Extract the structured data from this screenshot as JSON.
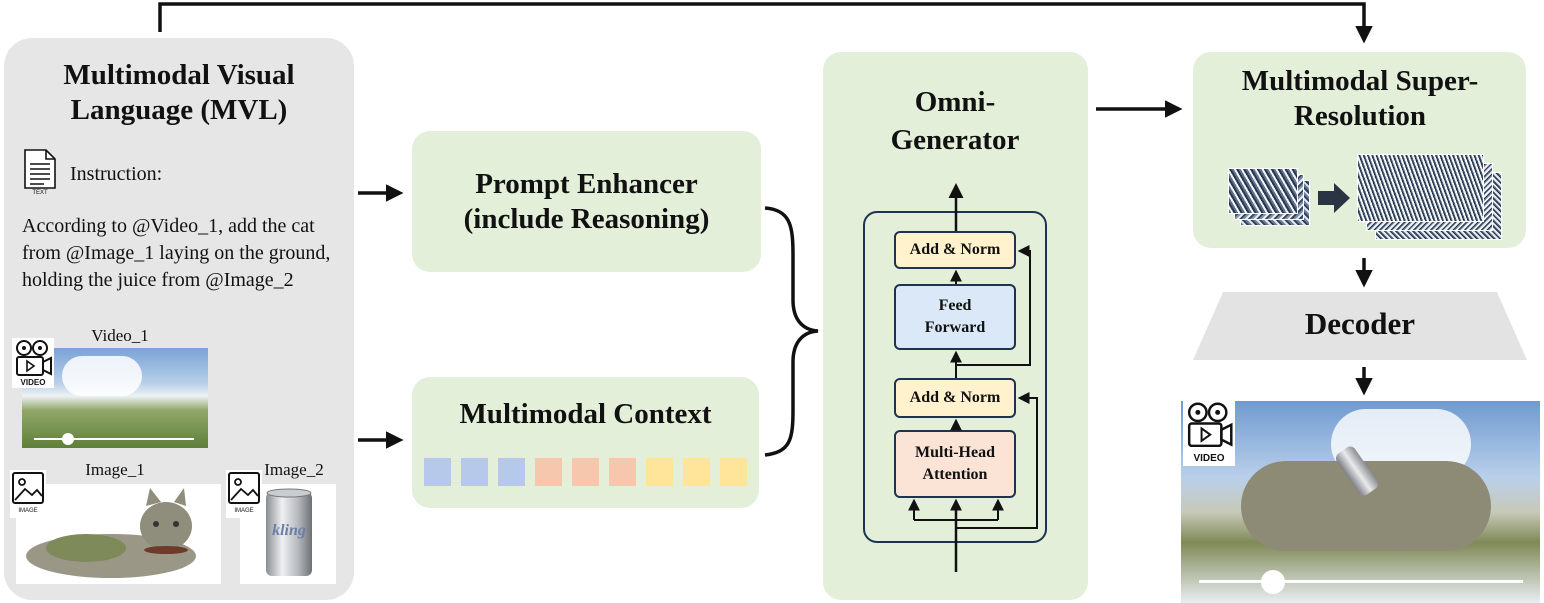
{
  "mvl": {
    "title": "Multimodal Visual Language (MVL)",
    "instruction_label": "Instruction:",
    "instruction_text": "According to @Video_1, add the cat from @Image_1 laying on the ground, holding the juice from @Image_2",
    "video_caption": "Video_1",
    "image1_caption": "Image_1",
    "image2_caption": "Image_2",
    "text_icon_label": "TEXT",
    "video_icon_label": "VIDEO",
    "image_icon_label": "IMAGE",
    "can_brand": "kling"
  },
  "prompt_enhancer": {
    "title": "Prompt Enhancer (include Reasoning)"
  },
  "context": {
    "title": "Multimodal Context",
    "token_colors": [
      "#b7c9ea",
      "#b7c9ea",
      "#b7c9ea",
      "#f6c6ad",
      "#f6c6ad",
      "#f6c6ad",
      "#ffe59a",
      "#ffe59a",
      "#ffe59a"
    ]
  },
  "omni": {
    "title": "Omni-Generator",
    "add_norm_top": "Add & Norm",
    "feed_forward": "Feed Forward",
    "add_norm_bottom": "Add & Norm",
    "attention": "Multi-Head Attention"
  },
  "sr": {
    "title": "Multimodal Super-Resolution"
  },
  "decoder": {
    "title": "Decoder"
  },
  "output": {
    "video_icon_label": "VIDEO"
  },
  "colors": {
    "panel_gray": "#e6e6e6",
    "panel_green": "#e3efd9",
    "add_norm_fill": "#fff2cc",
    "feed_forward_fill": "#dae8f8",
    "attention_fill": "#fbe3d6",
    "block_border": "#1e3350"
  }
}
